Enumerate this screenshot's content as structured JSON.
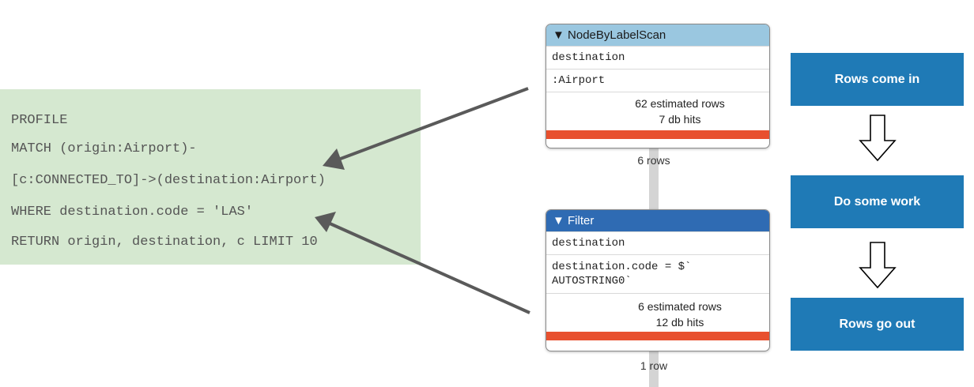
{
  "code": {
    "lines": [
      "PROFILE",
      "MATCH (origin:Airport)-",
      "[c:CONNECTED_TO]->(destination:Airport)",
      "WHERE destination.code = 'LAS'",
      "RETURN origin, destination, c LIMIT 10"
    ]
  },
  "plan": {
    "scan": {
      "header": "▼ NodeByLabelScan",
      "variable": "destination",
      "label": ":Airport",
      "estimated_rows": "62 estimated rows",
      "db_hits": "7 db hits",
      "rows_out": "6 rows"
    },
    "filter": {
      "header": "▼ Filter",
      "variable": "destination",
      "expression": "destination.code = $`\nAUTOSTRING0`",
      "estimated_rows": "6 estimated rows",
      "db_hits": "12 db hits",
      "rows_out": "1 row"
    }
  },
  "steps": [
    "Rows come in",
    "Do some work",
    "Rows go out"
  ],
  "colors": {
    "code_background": "#d5e8d0",
    "scan_header": "#9ac7e0",
    "filter_header": "#2f6bb3",
    "hits_bar": "#e8502e",
    "step_box": "#1f7ab6",
    "arrow": "#5a5a5a"
  }
}
